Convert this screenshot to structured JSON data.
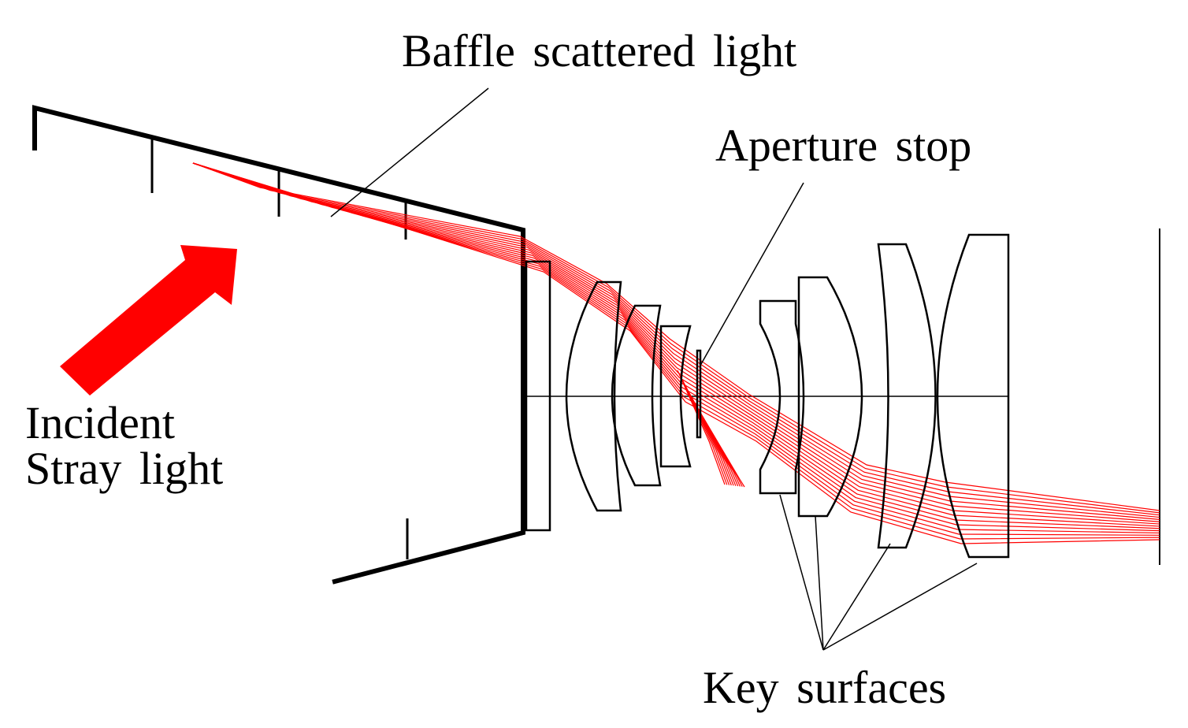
{
  "labels": {
    "baffle": "Baffle scattered light",
    "aperture": "Aperture stop",
    "incident_line1": "Incident",
    "incident_line2": "Stray light",
    "key_surfaces": "Key surfaces"
  },
  "colors": {
    "ray": "#ff0000",
    "arrow": "#ff0000",
    "line": "#000000",
    "background": "#ffffff"
  }
}
